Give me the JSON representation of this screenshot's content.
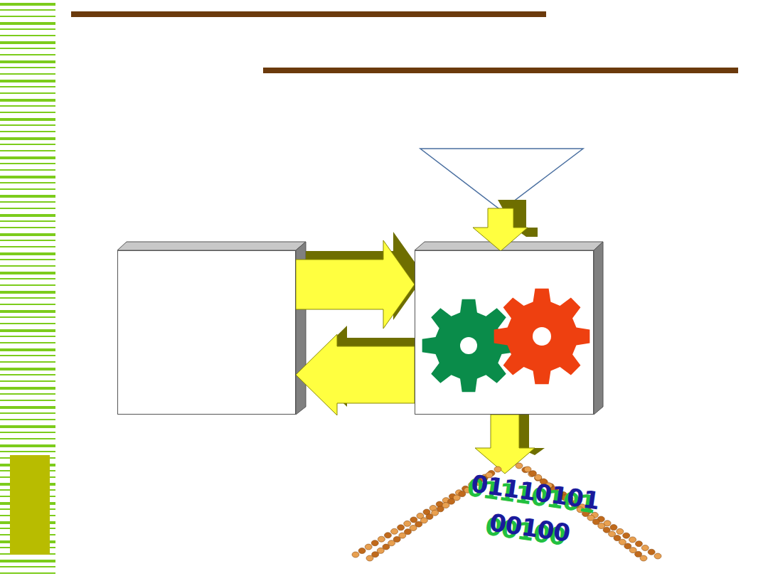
{
  "diagram": {
    "nodes": [
      {
        "text": []
      },
      {
        "text": []
      }
    ],
    "edges": [
      {
        "from": 0,
        "to": 1,
        "arrow": "to"
      },
      {
        "from": 1,
        "to": 0,
        "arrow": "to"
      }
    ],
    "labels": [
      "01110101",
      "00100"
    ]
  }
}
